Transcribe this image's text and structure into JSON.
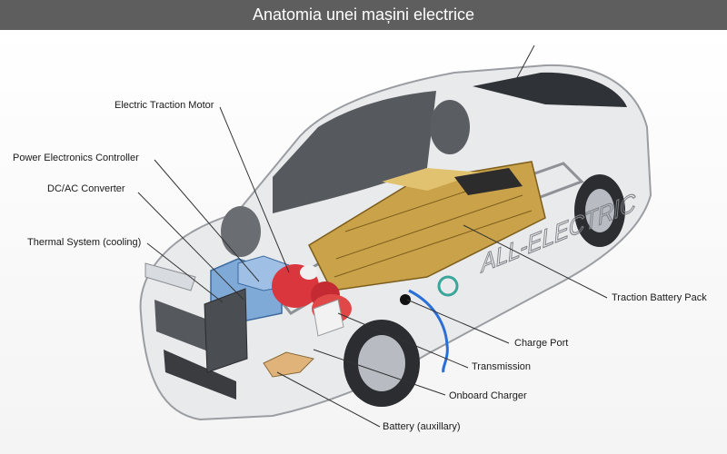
{
  "title": "Anatomia unei mașini electrice",
  "labels": {
    "motor": "Electric Traction Motor",
    "controller": "Power Electronics Controller",
    "converter": "DC/AC  Converter",
    "thermal": "Thermal System (cooling)",
    "battery_pack": "Traction Battery Pack",
    "charge_port": "Charge Port",
    "transmission": "Transmission",
    "charger": "Onboard Charger",
    "aux_battery": "Battery (auxillary)"
  },
  "car_text": "ALL-ELECTRIC",
  "colors": {
    "title_bg": "#5e5e5e",
    "motor": "#d9363e",
    "battery_cells": "#c9a24a",
    "power_electronics": "#7fa9d6",
    "charge_cable": "#2a6fd6",
    "leader_lines": "#333333"
  }
}
